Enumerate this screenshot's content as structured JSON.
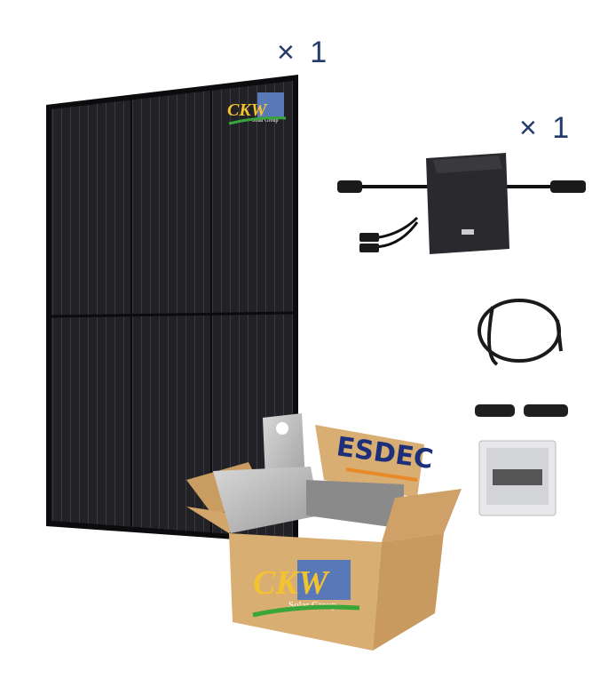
{
  "panel": {
    "quantity_label": "× 1",
    "logo_text": "CKW",
    "logo_subtext": "Solar Group"
  },
  "inverter": {
    "quantity_label": "× 1"
  },
  "box": {
    "brand_label": "ESDEC",
    "logo_text": "CKW",
    "logo_subtext": "Solar Group"
  },
  "colors": {
    "quantity_text": "#233a6b",
    "panel": "#1c1c1e",
    "box": "#d9ae72",
    "esdec_blue": "#1d2f7a",
    "esdec_orange": "#e88a2a"
  }
}
